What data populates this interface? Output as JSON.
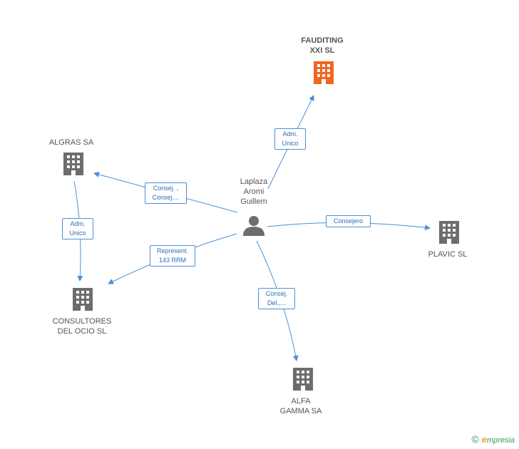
{
  "person": {
    "label_lines": [
      "Laplaza",
      "Aromi",
      "Guillem"
    ],
    "icon": "person-icon"
  },
  "companies": {
    "fauditing": {
      "label_lines": [
        "FAUDITING",
        "XXI SL"
      ],
      "icon": "building-icon",
      "color": "#f26522"
    },
    "algras": {
      "label_lines": [
        "ALGRAS SA"
      ],
      "icon": "building-icon",
      "color": "#6d6d6d"
    },
    "plavic": {
      "label_lines": [
        "PLAVIC SL"
      ],
      "icon": "building-icon",
      "color": "#6d6d6d"
    },
    "consultores": {
      "label_lines": [
        "CONSULTORES",
        "DEL OCIO SL"
      ],
      "icon": "building-icon",
      "color": "#6d6d6d"
    },
    "alfa": {
      "label_lines": [
        "ALFA",
        "GAMMA SA"
      ],
      "icon": "building-icon",
      "color": "#6d6d6d"
    }
  },
  "edges": {
    "to_fauditing": {
      "lines": [
        "Adm.",
        "Unico"
      ]
    },
    "to_algras": {
      "lines": [
        "Consej. ,",
        "Consej...."
      ]
    },
    "algras_to_consultores": {
      "lines": [
        "Adm.",
        "Unico"
      ]
    },
    "to_plavic": {
      "lines": [
        "Consejero"
      ]
    },
    "to_consultores": {
      "lines": [
        "Represent.",
        "143 RRM"
      ]
    },
    "to_alfa": {
      "lines": [
        "Consej.",
        "Del.,..."
      ]
    }
  },
  "colors": {
    "edge": "#4a90d9",
    "person": "#6d6d6d"
  },
  "brand": {
    "copyright": "©",
    "first_letter": "e",
    "rest": "mpresia"
  }
}
